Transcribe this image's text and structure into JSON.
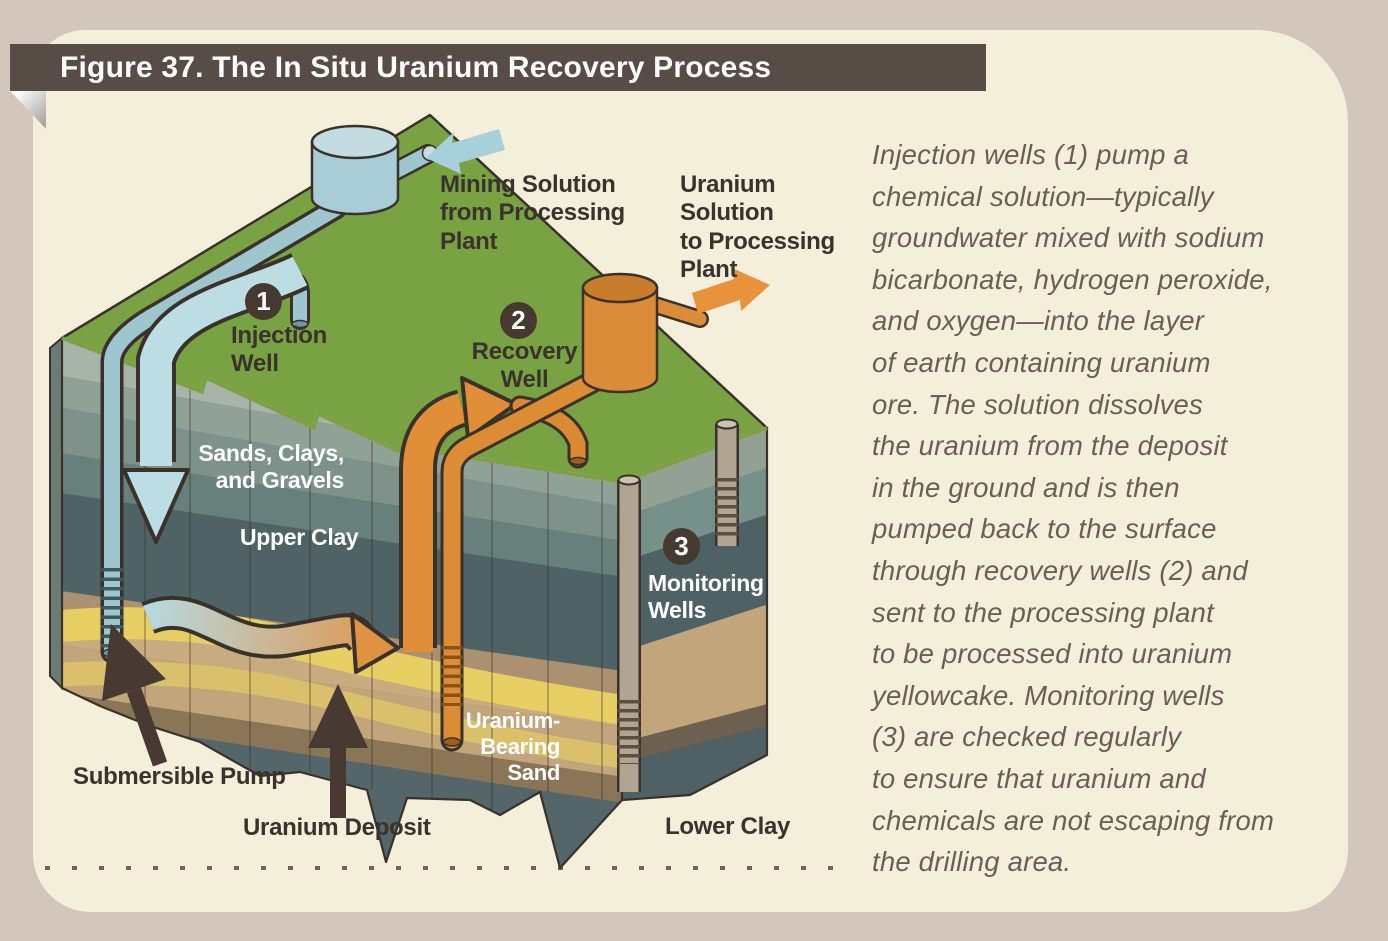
{
  "title_bar": {
    "text": "Figure 37. The In Situ Uranium Recovery Process"
  },
  "annotation": {
    "text": "Injection wells (1) pump a\nchemical solution—typically\ngroundwater mixed with sodium\nbicarbonate, hydrogen peroxide,\nand oxygen—into the layer\nof earth containing uranium\nore. The solution dissolves\nthe uranium from the deposit\nin the ground and is then\npumped back to the surface\nthrough recovery wells (2) and\nsent to the processing plant\nto be processed into uranium\nyellowcake. Monitoring wells\n(3) are checked regularly\nto ensure that uranium and\nchemicals are not escaping from\nthe drilling area."
  },
  "diagram": {
    "flow_labels": {
      "mining_solution": "Mining Solution\nfrom Processing\nPlant",
      "uranium_solution": "Uranium\nSolution\nto Processing\nPlant"
    },
    "wells": {
      "injection": {
        "number": "1",
        "label": "Injection\nWell"
      },
      "recovery": {
        "number": "2",
        "label": "Recovery\nWell"
      },
      "monitoring": {
        "number": "3",
        "label": "Monitoring\nWells"
      }
    },
    "layers": {
      "sands_clays_gravels": "Sands, Clays,\nand Gravels",
      "upper_clay": "Upper Clay",
      "uranium_bearing_sand": "Uranium-\nBearing\nSand",
      "lower_clay": "Lower Clay"
    },
    "annotations": {
      "submersible_pump": "Submersible Pump",
      "uranium_deposit": "Uranium Deposit"
    }
  },
  "colors": {
    "outer_background": "#d3c6bc",
    "panel_background": "#f4efdb",
    "title_bar_background": "#584c46",
    "grass_green": "#79a343",
    "pipe_blue": "#9fc6cf",
    "pipe_orange": "#dd8c36",
    "monitoring_pipe_gray": "#b2a492",
    "upper_clay_dark": "#4f6366",
    "sand_yellow": "#e8cf64",
    "sand_tan": "#c2a57b",
    "lower_clay_slate": "#55666a",
    "badge_background": "#46392f",
    "dark_label_text": "#3a322d",
    "annotation_text": "#6b5e55",
    "outline_dark": "#3a312b"
  }
}
